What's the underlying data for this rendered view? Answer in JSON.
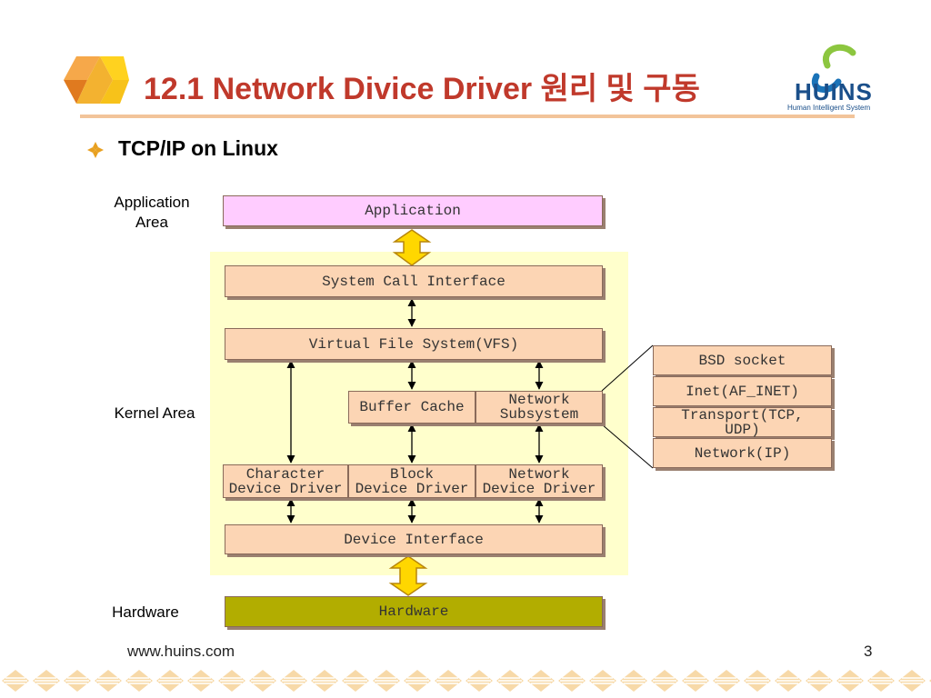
{
  "slide": {
    "title": "12.1 Network Divice Driver 원리 및 구동",
    "bullet": "TCP/IP on Linux",
    "footer_url": "www.huins.com",
    "page_number": "3"
  },
  "logo": {
    "name": "HUINS",
    "tagline": "Human Intelligent System"
  },
  "labels": {
    "application_area_line1": "Application",
    "application_area_line2": "Area",
    "kernel_area": "Kernel Area",
    "hardware": "Hardware"
  },
  "boxes": {
    "application": "Application",
    "system_call": "System Call Interface",
    "vfs": "Virtual File System(VFS)",
    "buffer_cache": "Buffer Cache",
    "network_subsystem_line1": "Network",
    "network_subsystem_line2": "Subsystem",
    "char_driver_line1": "Character",
    "char_driver_line2": "Device Driver",
    "block_driver_line1": "Block",
    "block_driver_line2": "Device Driver",
    "network_driver_line1": "Network",
    "network_driver_line2": "Device Driver",
    "device_interface": "Device Interface",
    "hardware": "Hardware"
  },
  "stack": {
    "bsd_socket": "BSD socket",
    "inet": "Inet(AF_INET)",
    "transport_line1": "Transport(TCP,",
    "transport_line2": "UDP)",
    "network_ip": "Network(IP)"
  },
  "colors": {
    "title": "#c0392b",
    "box_fill": "#fcd5b4",
    "application_fill": "#ffccff",
    "hardware_fill": "#b2ad00",
    "kernel_background": "#ffffcc",
    "arrow_yellow": "#ffd700"
  }
}
